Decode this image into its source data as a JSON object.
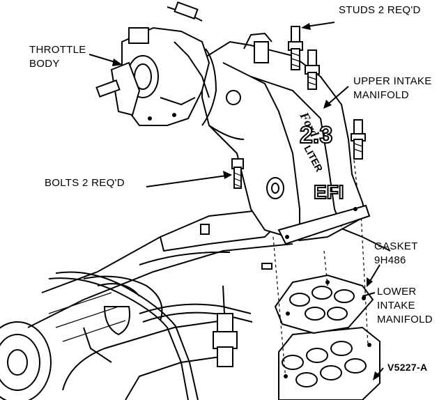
{
  "labels": {
    "studs": "STUDS 2 REQ'D",
    "throttle_body_line1": "THROTTLE",
    "throttle_body_line2": "BODY",
    "upper_intake_line1": "UPPER INTAKE",
    "upper_intake_line2": "MANIFOLD",
    "bolts": "BOLTS 2 REQ'D",
    "gasket_line1": "GASKET",
    "gasket_line2": "9H486",
    "lower_intake_line1": "LOWER",
    "lower_intake_line2": "INTAKE",
    "lower_intake_line3": "MANIFOLD",
    "figure_code": "V5227-A"
  },
  "manifold_lettering": {
    "brand": "Ford",
    "displacement": "2.3",
    "unit": "LITER",
    "system": "EFI"
  },
  "colors": {
    "ink": "#000000",
    "paper": "#ffffff"
  }
}
